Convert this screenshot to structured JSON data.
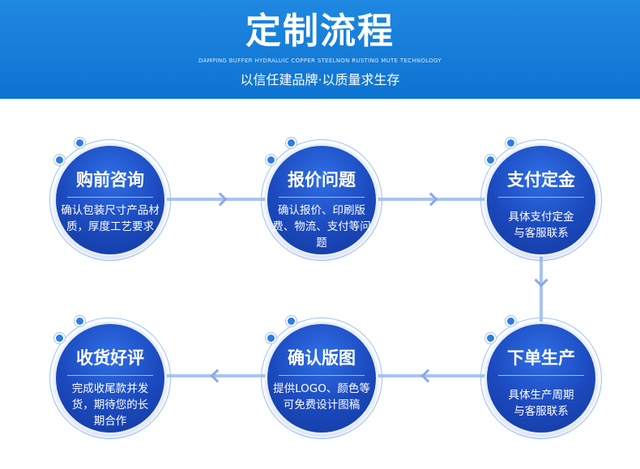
{
  "header": {
    "title": "定制流程",
    "subtitle_en": "DAMPING BUFFER HYDRALUIC COPPER STEELNON RUSTING MUTE TECHNOLOGY",
    "slogan": "以信任建品牌·以质量求生存"
  },
  "steps": [
    {
      "title": "购前咨询",
      "body": "确认包装尺寸产品材质，厚度工艺要求"
    },
    {
      "title": "报价问题",
      "body": "确认报价、印刷版费、物流、支付等问题"
    },
    {
      "title": "支付定金",
      "body": "具体支付定金与客服联系"
    },
    {
      "title": "下单生产",
      "body": "具体生产周期与客服联系"
    },
    {
      "title": "确认版图",
      "body": "提供LOGO、颜色等可免费设计图稿"
    },
    {
      "title": "收货好评",
      "body": "完成收尾款并发货，期待您的长期合作"
    }
  ],
  "colors": {
    "banner": "#0d73d2",
    "circle": "#1b49bd",
    "connector": "#a9c3f2"
  }
}
